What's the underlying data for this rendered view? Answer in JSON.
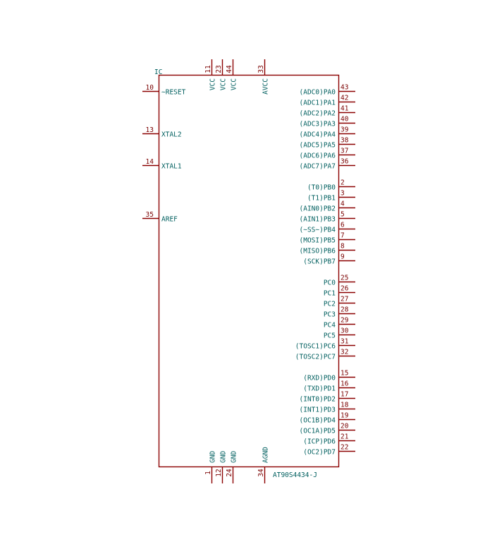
{
  "component": {
    "reference": "IC",
    "value": "AT90S4434-J",
    "colors": {
      "outline": "#8B0000",
      "pin_number": "#7A0000",
      "label": "#005F5F",
      "background": "#ffffff"
    }
  },
  "left_pins": [
    {
      "num": "10",
      "name": "~RESET"
    },
    {
      "num": "13",
      "name": "XTAL2"
    },
    {
      "num": "14",
      "name": "XTAL1"
    },
    {
      "num": "35",
      "name": "AREF"
    }
  ],
  "top_pins": [
    {
      "num": "11",
      "name": "VCC"
    },
    {
      "num": "23",
      "name": "VCC"
    },
    {
      "num": "44",
      "name": "VCC"
    },
    {
      "num": "33",
      "name": "AVCC"
    }
  ],
  "bottom_pins": [
    {
      "num": "1",
      "name": "GND"
    },
    {
      "num": "12",
      "name": "GND"
    },
    {
      "num": "24",
      "name": "GND"
    },
    {
      "num": "34",
      "name": "AGND"
    }
  ],
  "right_groups": [
    [
      {
        "num": "43",
        "name": "(ADC0)PA0"
      },
      {
        "num": "42",
        "name": "(ADC1)PA1"
      },
      {
        "num": "41",
        "name": "(ADC2)PA2"
      },
      {
        "num": "40",
        "name": "(ADC3)PA3"
      },
      {
        "num": "39",
        "name": "(ADC4)PA4"
      },
      {
        "num": "38",
        "name": "(ADC5)PA5"
      },
      {
        "num": "37",
        "name": "(ADC6)PA6"
      },
      {
        "num": "36",
        "name": "(ADC7)PA7"
      }
    ],
    [
      {
        "num": "2",
        "name": "(T0)PB0"
      },
      {
        "num": "3",
        "name": "(T1)PB1"
      },
      {
        "num": "4",
        "name": "(AIN0)PB2"
      },
      {
        "num": "5",
        "name": "(AIN1)PB3"
      },
      {
        "num": "6",
        "name": "(~SS~)PB4"
      },
      {
        "num": "7",
        "name": "(MOSI)PB5"
      },
      {
        "num": "8",
        "name": "(MISO)PB6"
      },
      {
        "num": "9",
        "name": "(SCK)PB7"
      }
    ],
    [
      {
        "num": "25",
        "name": "PC0"
      },
      {
        "num": "26",
        "name": "PC1"
      },
      {
        "num": "27",
        "name": "PC2"
      },
      {
        "num": "28",
        "name": "PC3"
      },
      {
        "num": "29",
        "name": "PC4"
      },
      {
        "num": "30",
        "name": "PC5"
      },
      {
        "num": "31",
        "name": "(TOSC1)PC6"
      },
      {
        "num": "32",
        "name": "(TOSC2)PC7"
      }
    ],
    [
      {
        "num": "15",
        "name": "(RXD)PD0"
      },
      {
        "num": "16",
        "name": "(TXD)PD1"
      },
      {
        "num": "17",
        "name": "(INT0)PD2"
      },
      {
        "num": "18",
        "name": "(INT1)PD3"
      },
      {
        "num": "19",
        "name": "(OC1B)PD4"
      },
      {
        "num": "20",
        "name": "(OC1A)PD5"
      },
      {
        "num": "21",
        "name": "(ICP)PD6"
      },
      {
        "num": "22",
        "name": "(OC2)PD7"
      }
    ]
  ]
}
